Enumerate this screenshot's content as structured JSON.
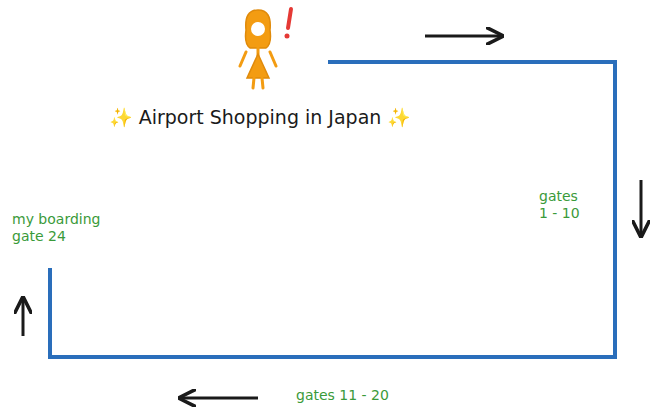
{
  "diagram": {
    "title": "✨ Airport Shopping in Japan ✨",
    "labels": [
      "gates 1 - 10",
      "gates 11 - 20",
      "my boarding gate 24"
    ]
  }
}
